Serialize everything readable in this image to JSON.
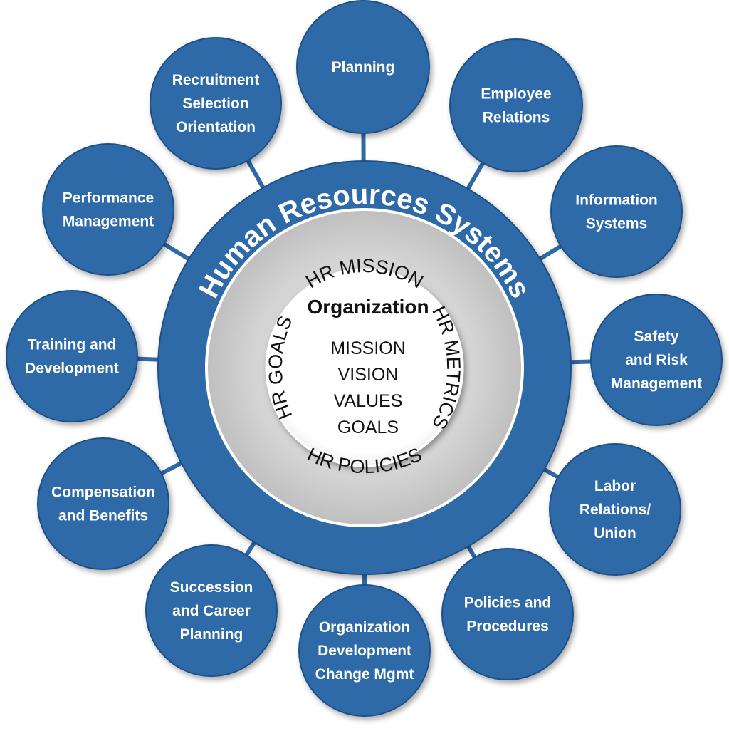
{
  "diagram": {
    "ring_title": "Human Resources Systems",
    "gray_ring": {
      "top": "HR MISSION",
      "right": "HR METRICS",
      "bottom": "HR POLICIES",
      "left": "HR GOALS"
    },
    "center": {
      "title": "Organization",
      "items": [
        "MISSION",
        "VISION",
        "VALUES",
        "GOALS"
      ]
    },
    "satellites": [
      {
        "id": "planning",
        "lines": [
          "Planning"
        ]
      },
      {
        "id": "employee-relations",
        "lines": [
          "Employee",
          "Relations"
        ]
      },
      {
        "id": "information-systems",
        "lines": [
          "Information",
          "Systems"
        ]
      },
      {
        "id": "safety-risk",
        "lines": [
          "Safety",
          "and Risk",
          "Management"
        ]
      },
      {
        "id": "labor-relations",
        "lines": [
          "Labor",
          "Relations/",
          "Union"
        ]
      },
      {
        "id": "policies-procedures",
        "lines": [
          "Policies and",
          "Procedures"
        ]
      },
      {
        "id": "org-development",
        "lines": [
          "Organization",
          "Development",
          "Change Mgmt"
        ]
      },
      {
        "id": "succession",
        "lines": [
          "Succession",
          "and Career",
          "Planning"
        ]
      },
      {
        "id": "compensation",
        "lines": [
          "Compensation",
          "and Benefits"
        ]
      },
      {
        "id": "training",
        "lines": [
          "Training and",
          "Development"
        ]
      },
      {
        "id": "performance",
        "lines": [
          "Performance",
          "Management"
        ]
      },
      {
        "id": "recruitment",
        "lines": [
          "Recruitment",
          "Selection",
          "Orientation"
        ]
      }
    ],
    "colors": {
      "blue": "#2e6aa8",
      "blue_edge": "#1f4f85",
      "gray_ring": "#cfcfcf",
      "white": "#ffffff",
      "text_dark": "#111111"
    }
  }
}
